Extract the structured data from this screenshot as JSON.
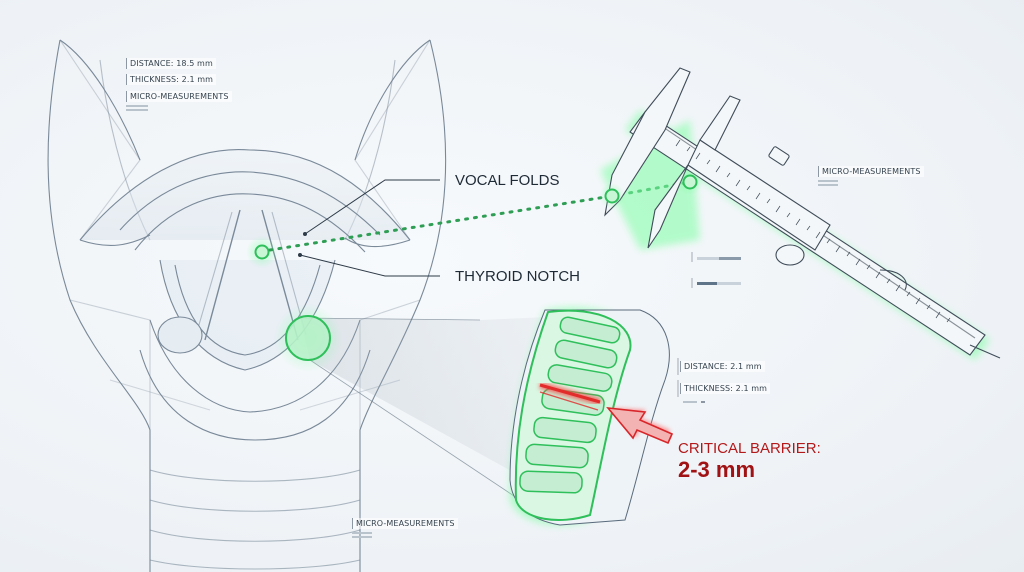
{
  "labels": {
    "vocal_folds": "VOCAL FOLDS",
    "thyroid_notch": "THYROID NOTCH",
    "critical_barrier": "CRITICAL BARRIER:",
    "critical_value": "2-3 mm"
  },
  "measurements": {
    "top_left": {
      "distance": "DISTANCE: 18.5 mm",
      "thickness": "THICKNESS: 2.1 mm",
      "heading": "MICRO-MEASUREMENTS"
    },
    "right_caliper": {
      "heading": "MICRO-MEASUREMENTS"
    },
    "detail": {
      "distance": "DISTANCE: 2.1 mm",
      "thickness": "THICKNESS: 2.1 mm"
    },
    "bottom": {
      "heading": "MICRO-MEASUREMENTS"
    }
  },
  "colors": {
    "accent_green": "#3fd26a",
    "critical_red": "#d8262a",
    "line": "#5a6b7c"
  },
  "icons": {
    "caliper": "vernier-caliper-icon",
    "arrow": "arrow-right-icon"
  }
}
